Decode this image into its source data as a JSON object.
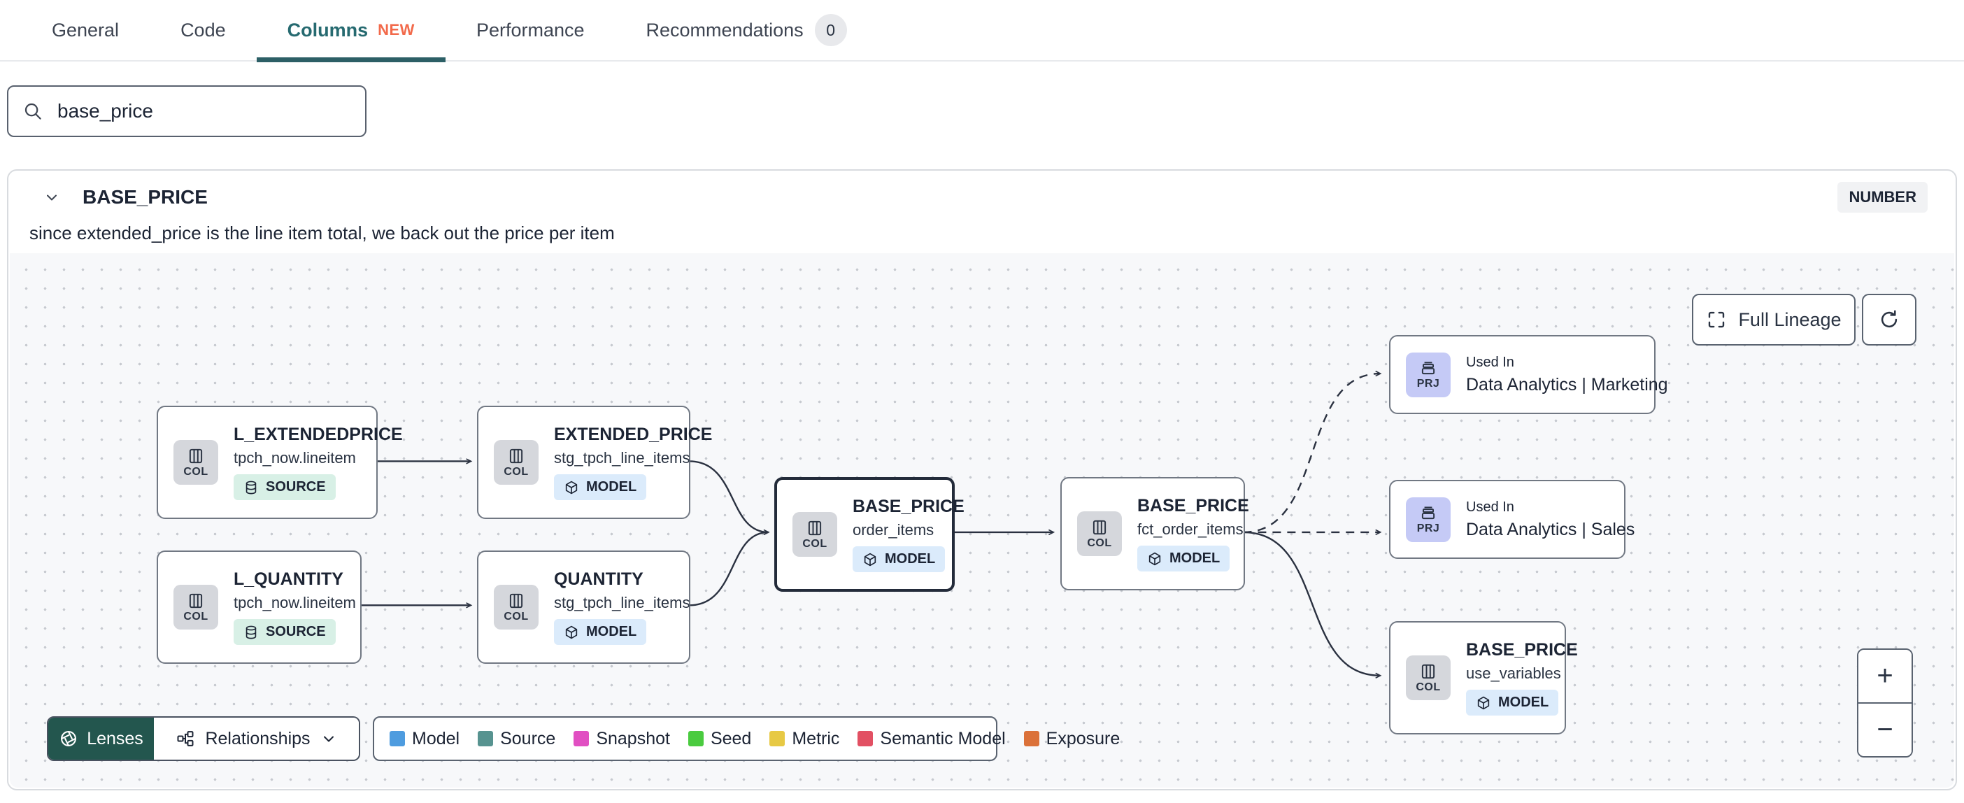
{
  "tabs": {
    "items": [
      {
        "label": "General"
      },
      {
        "label": "Code"
      },
      {
        "label": "Columns",
        "badge": "NEW"
      },
      {
        "label": "Performance"
      },
      {
        "label": "Recommendations",
        "count": "0"
      }
    ]
  },
  "search": {
    "value": "base_price"
  },
  "panel": {
    "title": "BASE_PRICE",
    "type_badge": "NUMBER",
    "description": "since extended_price is the line item total, we back out the price per item"
  },
  "toolbar": {
    "full_lineage": "Full Lineage"
  },
  "nodes": [
    {
      "badge": "COL",
      "title": "L_EXTENDEDPRICE",
      "subtitle": "tpch_now.lineitem",
      "resource": "SOURCE"
    },
    {
      "badge": "COL",
      "title": "EXTENDED_PRICE",
      "subtitle": "stg_tpch_line_items",
      "resource": "MODEL"
    },
    {
      "badge": "COL",
      "title": "L_QUANTITY",
      "subtitle": "tpch_now.lineitem",
      "resource": "SOURCE"
    },
    {
      "badge": "COL",
      "title": "QUANTITY",
      "subtitle": "stg_tpch_line_items",
      "resource": "MODEL"
    },
    {
      "badge": "COL",
      "title": "BASE_PRICE",
      "subtitle": "order_items",
      "resource": "MODEL"
    },
    {
      "badge": "COL",
      "title": "BASE_PRICE",
      "subtitle": "fct_order_items",
      "resource": "MODEL"
    },
    {
      "badge": "PRJ",
      "title": "Used In",
      "subtitle": "Data Analytics | Marketing"
    },
    {
      "badge": "PRJ",
      "title": "Used In",
      "subtitle": "Data Analytics | Sales"
    },
    {
      "badge": "COL",
      "title": "BASE_PRICE",
      "subtitle": "use_variables",
      "resource": "MODEL"
    }
  ],
  "footer": {
    "lenses": "Lenses",
    "relationships": "Relationships",
    "legend": [
      {
        "label": "Model",
        "color": "#4E9CDF"
      },
      {
        "label": "Source",
        "color": "#579390"
      },
      {
        "label": "Snapshot",
        "color": "#E14FC2"
      },
      {
        "label": "Seed",
        "color": "#4ACB3F"
      },
      {
        "label": "Metric",
        "color": "#E7C944"
      },
      {
        "label": "Semantic Model",
        "color": "#E25063"
      },
      {
        "label": "Exposure",
        "color": "#DB7139"
      }
    ]
  },
  "zoom_controls": {
    "zoom_in": "+",
    "zoom_out": "−"
  },
  "colors": {
    "accent_teal": "#266A70",
    "lenses_green": "#23564E",
    "new_badge": "#F26A4B"
  }
}
